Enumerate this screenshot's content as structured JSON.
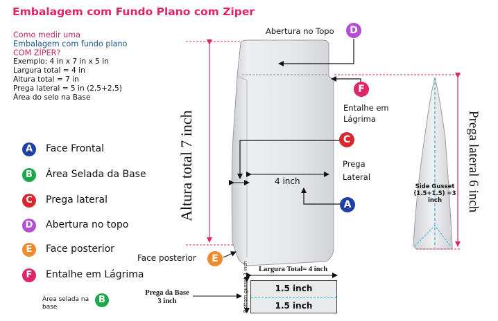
{
  "title": "Embalagem com Fundo Plano com Ziper",
  "measure": {
    "intro_line1": "Como medir uma",
    "intro_line2": "Embalagem com fundo plano",
    "intro_line3": "COM ZÍPER?",
    "example": "Exemplo: 4 in x 7 in x 5 in",
    "largura": "Largura total = 4 in",
    "altura": "Altura total = 7 in",
    "prega": "Prega lateral = 5 in (2,5+2,5)",
    "selo": "Área do selo na Base"
  },
  "legend": [
    {
      "letter": "A",
      "label": "Face Frontal",
      "color": "#1e3fa8"
    },
    {
      "letter": "B",
      "label": "Área Selada da Base",
      "color": "#1aa84a"
    },
    {
      "letter": "C",
      "label": "Prega lateral",
      "color": "#d9272f"
    },
    {
      "letter": "D",
      "label": "Abertura no topo",
      "color": "#b54fd1"
    },
    {
      "letter": "E",
      "label": "Face posterior",
      "color": "#f08a2a"
    },
    {
      "letter": "F",
      "label": "Entalhe em Lágrima",
      "color": "#e0246a"
    }
  ],
  "note": {
    "text": "Área selada na base",
    "letter": "B",
    "color": "#1aa84a"
  },
  "labels": {
    "abertura_topo": "Abertura no Topo",
    "entalhe": "Entalhe em Lágrima",
    "prega_lateral": "Prega Lateral",
    "width_inner": "4 inch",
    "face_posterior": "Face posterior",
    "largura_total": "Largura Total= 4 inch",
    "prega_base": "Prega da Base 3 inch",
    "side_gusset": "Side Gusset (1.5+1.5) =3 inch",
    "altura_total": "Altura total 7 inch",
    "prega_lateral_6": "Prega lateral 6 inch",
    "bottom_gusset": "Bottom gusset 3 inch",
    "base_row1": "1.5 inch",
    "base_row2": "1.5 inch"
  },
  "badges": {
    "D": {
      "letter": "D",
      "color": "#b54fd1"
    },
    "F": {
      "letter": "F",
      "color": "#e0246a"
    },
    "C": {
      "letter": "C",
      "color": "#d9272f"
    },
    "A": {
      "letter": "A",
      "color": "#1e3fa8"
    },
    "E": {
      "letter": "E",
      "color": "#f08a2a"
    }
  },
  "colors": {
    "accent": "#e0246a",
    "dimension": "#e0246a",
    "gusset_line": "#2ab1e3",
    "bag_fill": "#e6e7ea"
  }
}
